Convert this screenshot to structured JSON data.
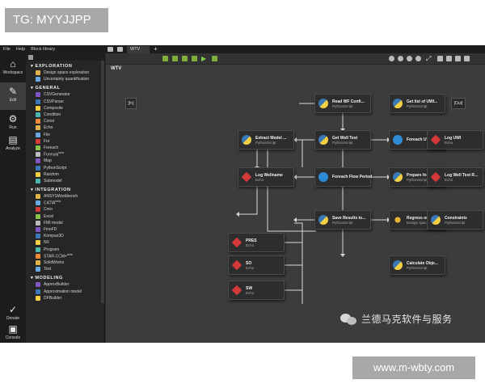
{
  "banners": {
    "top_left": "TG: MYYJJPP",
    "bottom_right": "www.m-wbty.com"
  },
  "menubar": {
    "items": [
      "File",
      "Help",
      "Block library"
    ]
  },
  "tabbar": {
    "tab_label": "WTV",
    "add_label": "+"
  },
  "rail": {
    "items": [
      {
        "label": "Workspace",
        "icon": "home-icon"
      },
      {
        "label": "Edit",
        "icon": "pencil-icon"
      },
      {
        "label": "Run",
        "icon": "gears-icon"
      },
      {
        "label": "Analyze",
        "icon": "chart-icon"
      },
      {
        "label": "Donate",
        "icon": "check-icon"
      },
      {
        "label": "Console",
        "icon": "console-icon"
      }
    ]
  },
  "library": {
    "sections": [
      {
        "title": "EXPLORATION",
        "items": [
          "Design space exploration",
          "Uncertainty quantification"
        ]
      },
      {
        "title": "GENERAL",
        "items": [
          "CSVGenerator",
          "CSVParser",
          "Composite",
          "Condition",
          "Const",
          "Echo",
          "File",
          "For",
          "Foreach",
          "Formula",
          "Map",
          "PythonScript",
          "Random",
          "Submodel"
        ]
      },
      {
        "title": "INTEGRATION",
        "items": [
          "ANSYSWorkbench",
          "CATIA",
          "Creo",
          "Excel",
          "FMI model",
          "FineFD",
          "Kompas3D",
          "NX",
          "Program",
          "STAR-CCM+",
          "SolidWorks",
          "Text"
        ]
      },
      {
        "title": "MODELING",
        "items": [
          "ApproxBuilder",
          "Approximation model",
          "DFBuilder"
        ]
      }
    ],
    "superscripts": {
      "Formula": "beta",
      "CATIA": "beta",
      "STAR-CCM+": "beta"
    }
  },
  "canvas": {
    "workflow_name": "WTV",
    "input_port": "[In]",
    "output_port": "[Out]",
    "toolbar_glyphs": {
      "run": "▶",
      "fit": "⤢"
    },
    "nodes": [
      {
        "name": "Read WF Confi...",
        "type": "PythonScript",
        "kind": "py"
      },
      {
        "name": "Get list of UWI...",
        "type": "PythonScript",
        "kind": "py"
      },
      {
        "name": "Extract Model ...",
        "type": "PythonScript",
        "kind": "py"
      },
      {
        "name": "Get Well Test",
        "type": "PythonScript",
        "kind": "py"
      },
      {
        "name": "Foreach UWI",
        "type": "",
        "kind": "loop"
      },
      {
        "name": "Log UWI",
        "type": "Echo",
        "kind": "echo"
      },
      {
        "name": "Log Wellname",
        "type": "Echo",
        "kind": "echo"
      },
      {
        "name": "Foreach Flow Period",
        "type": "",
        "kind": "loop"
      },
      {
        "name": "Prepare for Re...",
        "type": "PythonScript",
        "kind": "py"
      },
      {
        "name": "Log Well Test R...",
        "type": "Echo",
        "kind": "echo"
      },
      {
        "name": "Save Results to...",
        "type": "PythonScript",
        "kind": "py"
      },
      {
        "name": "Regress on PRE...",
        "type": "Design space e...",
        "kind": "reg"
      },
      {
        "name": "Constraints",
        "type": "PythonScript",
        "kind": "py"
      },
      {
        "name": "PRES",
        "type": "Echo",
        "kind": "echo"
      },
      {
        "name": "SO",
        "type": "Echo",
        "kind": "echo"
      },
      {
        "name": "SW",
        "type": "Echo",
        "kind": "echo"
      },
      {
        "name": "Calculate Obje...",
        "type": "PythonScript",
        "kind": "py"
      }
    ]
  },
  "watermark": {
    "text": "兰德马克软件与服务"
  },
  "colors": {
    "app_bg": "#2b2b2b",
    "canvas_bg": "#3c3c3c",
    "echo_red": "#d23a3a",
    "python_blue": "#3b78b8",
    "python_yellow": "#f3cf43"
  }
}
